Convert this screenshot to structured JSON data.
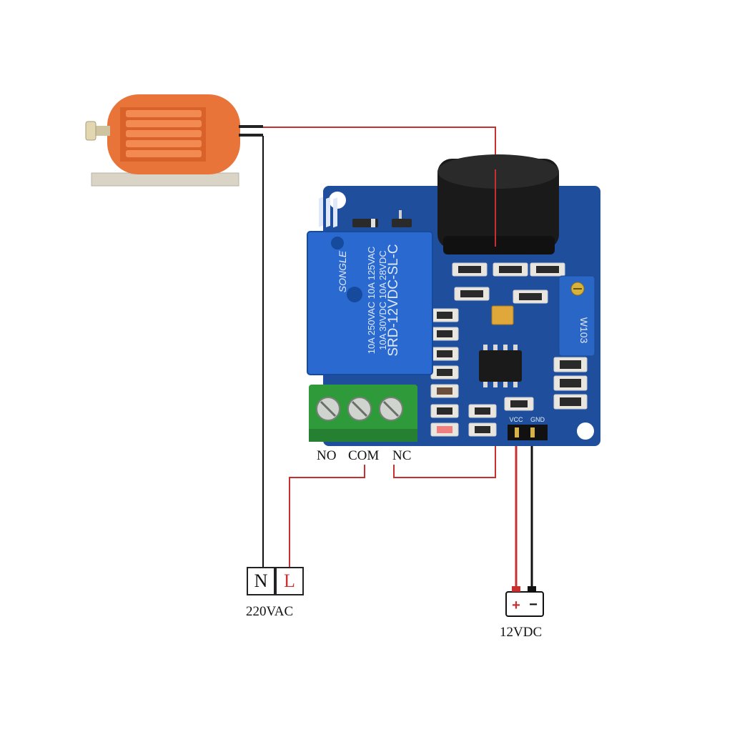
{
  "relay": {
    "brand": "SONGLE",
    "model": "SRD-12VDC-SL-C",
    "rating_line1": "10A 250VAC  10A 125VAC",
    "rating_line2": "10A 30VDC  10A 28VDC"
  },
  "board": {
    "silkscreen_pot": "W103",
    "pins": [
      "VCC",
      "GND"
    ]
  },
  "terminals": {
    "no": "NO",
    "com": "COM",
    "nc": "NC"
  },
  "mains": {
    "n": "N",
    "l": "L",
    "label": "220VAC"
  },
  "battery": {
    "plus": "+",
    "minus": "−",
    "label": "12VDC"
  },
  "colors": {
    "live_wire": "#c83030",
    "neutral_wire": "#111111",
    "board": "#1f4f9c",
    "relay": "#1e56b8",
    "terminal_block": "#2f9a3a",
    "motor": "#e8743a",
    "sensor_coil": "#1a1a1a"
  },
  "icons": [
    "motor-icon",
    "relay-icon",
    "current-sensor-icon",
    "battery-icon"
  ]
}
